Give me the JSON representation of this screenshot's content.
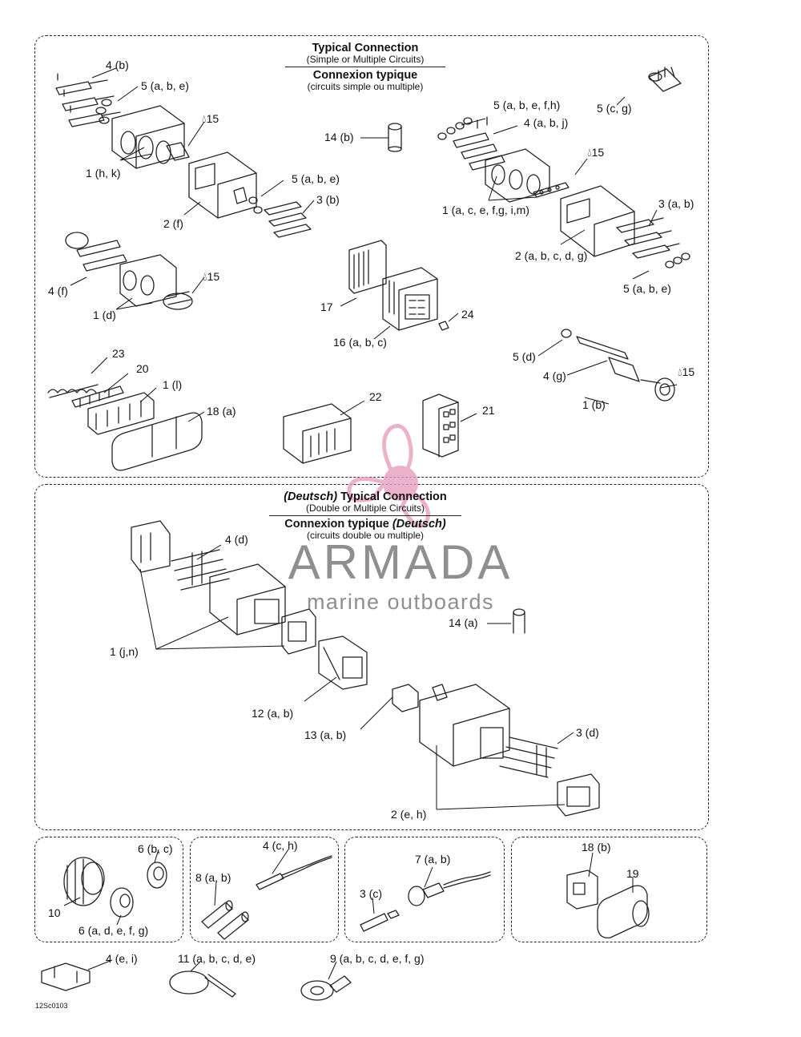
{
  "panel_top": {
    "title_en": "Typical Connection",
    "subtitle_en": "(Simple or Multiple Circuits)",
    "title_fr": "Connexion typique",
    "subtitle_fr": "(circuits simple ou multiple)"
  },
  "panel_deutsch": {
    "title_tag": "(Deutsch)",
    "title_en": " Typical Connection",
    "subtitle_en": "(Double or Multiple Circuits)",
    "title_fr": "Connexion typique ",
    "title_fr_tag": "(Deutsch)",
    "subtitle_fr": "(circuits double ou multiple)"
  },
  "callouts_top": {
    "c4b": "4 (b)",
    "c5abe_1": "5 (a, b, e)",
    "c15_1": "15",
    "c1hk": "1 (h, k)",
    "c2f": "2 (f)",
    "c5abe_2": "5 (a, b, e)",
    "c3b": "3 (b)",
    "c4f": "4 (f)",
    "c15_2": "15",
    "c1d": "1 (d)",
    "c14b": "14 (b)",
    "c17": "17",
    "c16abc": "16 (a, b, c)",
    "c24": "24",
    "c5cg": "5 (c, g)",
    "c5abefh": "5 (a, b, e, f,h)",
    "c4abj": "4 (a, b, j)",
    "c15_3": "15",
    "c1acefgim": "1 (a, c, e, f,g, i,m)",
    "c3ab": "3 (a, b)",
    "c2abcdg": "2 (a, b, c, d, g)",
    "c5abe_3": "5 (a, b, e)",
    "c5d": "5 (d)",
    "c4g": "4 (g)",
    "c15_4": "15",
    "c1b": "1 (b)",
    "c23": "23",
    "c20": "20",
    "c1l": "1 (l)",
    "c18a": "18 (a)",
    "c22": "22",
    "c21": "21"
  },
  "callouts_deutsch": {
    "c4d": "4 (d)",
    "c1jn": "1 (j,n)",
    "c14a": "14 (a)",
    "c12ab": "12 (a, b)",
    "c13ab": "13 (a, b)",
    "c3d": "3 (d)",
    "c2eh": "2 (e, h)"
  },
  "callouts_bottom": {
    "c6bc": "6 (b, c)",
    "c10": "10",
    "c6adefg": "6 (a, d, e, f, g)",
    "c4ch": "4 (c, h)",
    "c8ab": "8 (a, b)",
    "c7ab": "7 (a, b)",
    "c3c": "3 (c)",
    "c18b": "18 (b)",
    "c19": "19",
    "c4ei": "4 (e, i)",
    "c11abcde": "11 (a, b, c, d, e)",
    "c9abcdefg": "9 (a, b, c, d, e, f, g)"
  },
  "drawing_code": "12Sc0103",
  "watermark": {
    "brand": "ARMADA",
    "tagline": "marine outboards",
    "logo_color": "#e8a0c0",
    "text_color": "#777777"
  },
  "icons": {
    "droplet": "oil-droplet-icon"
  }
}
